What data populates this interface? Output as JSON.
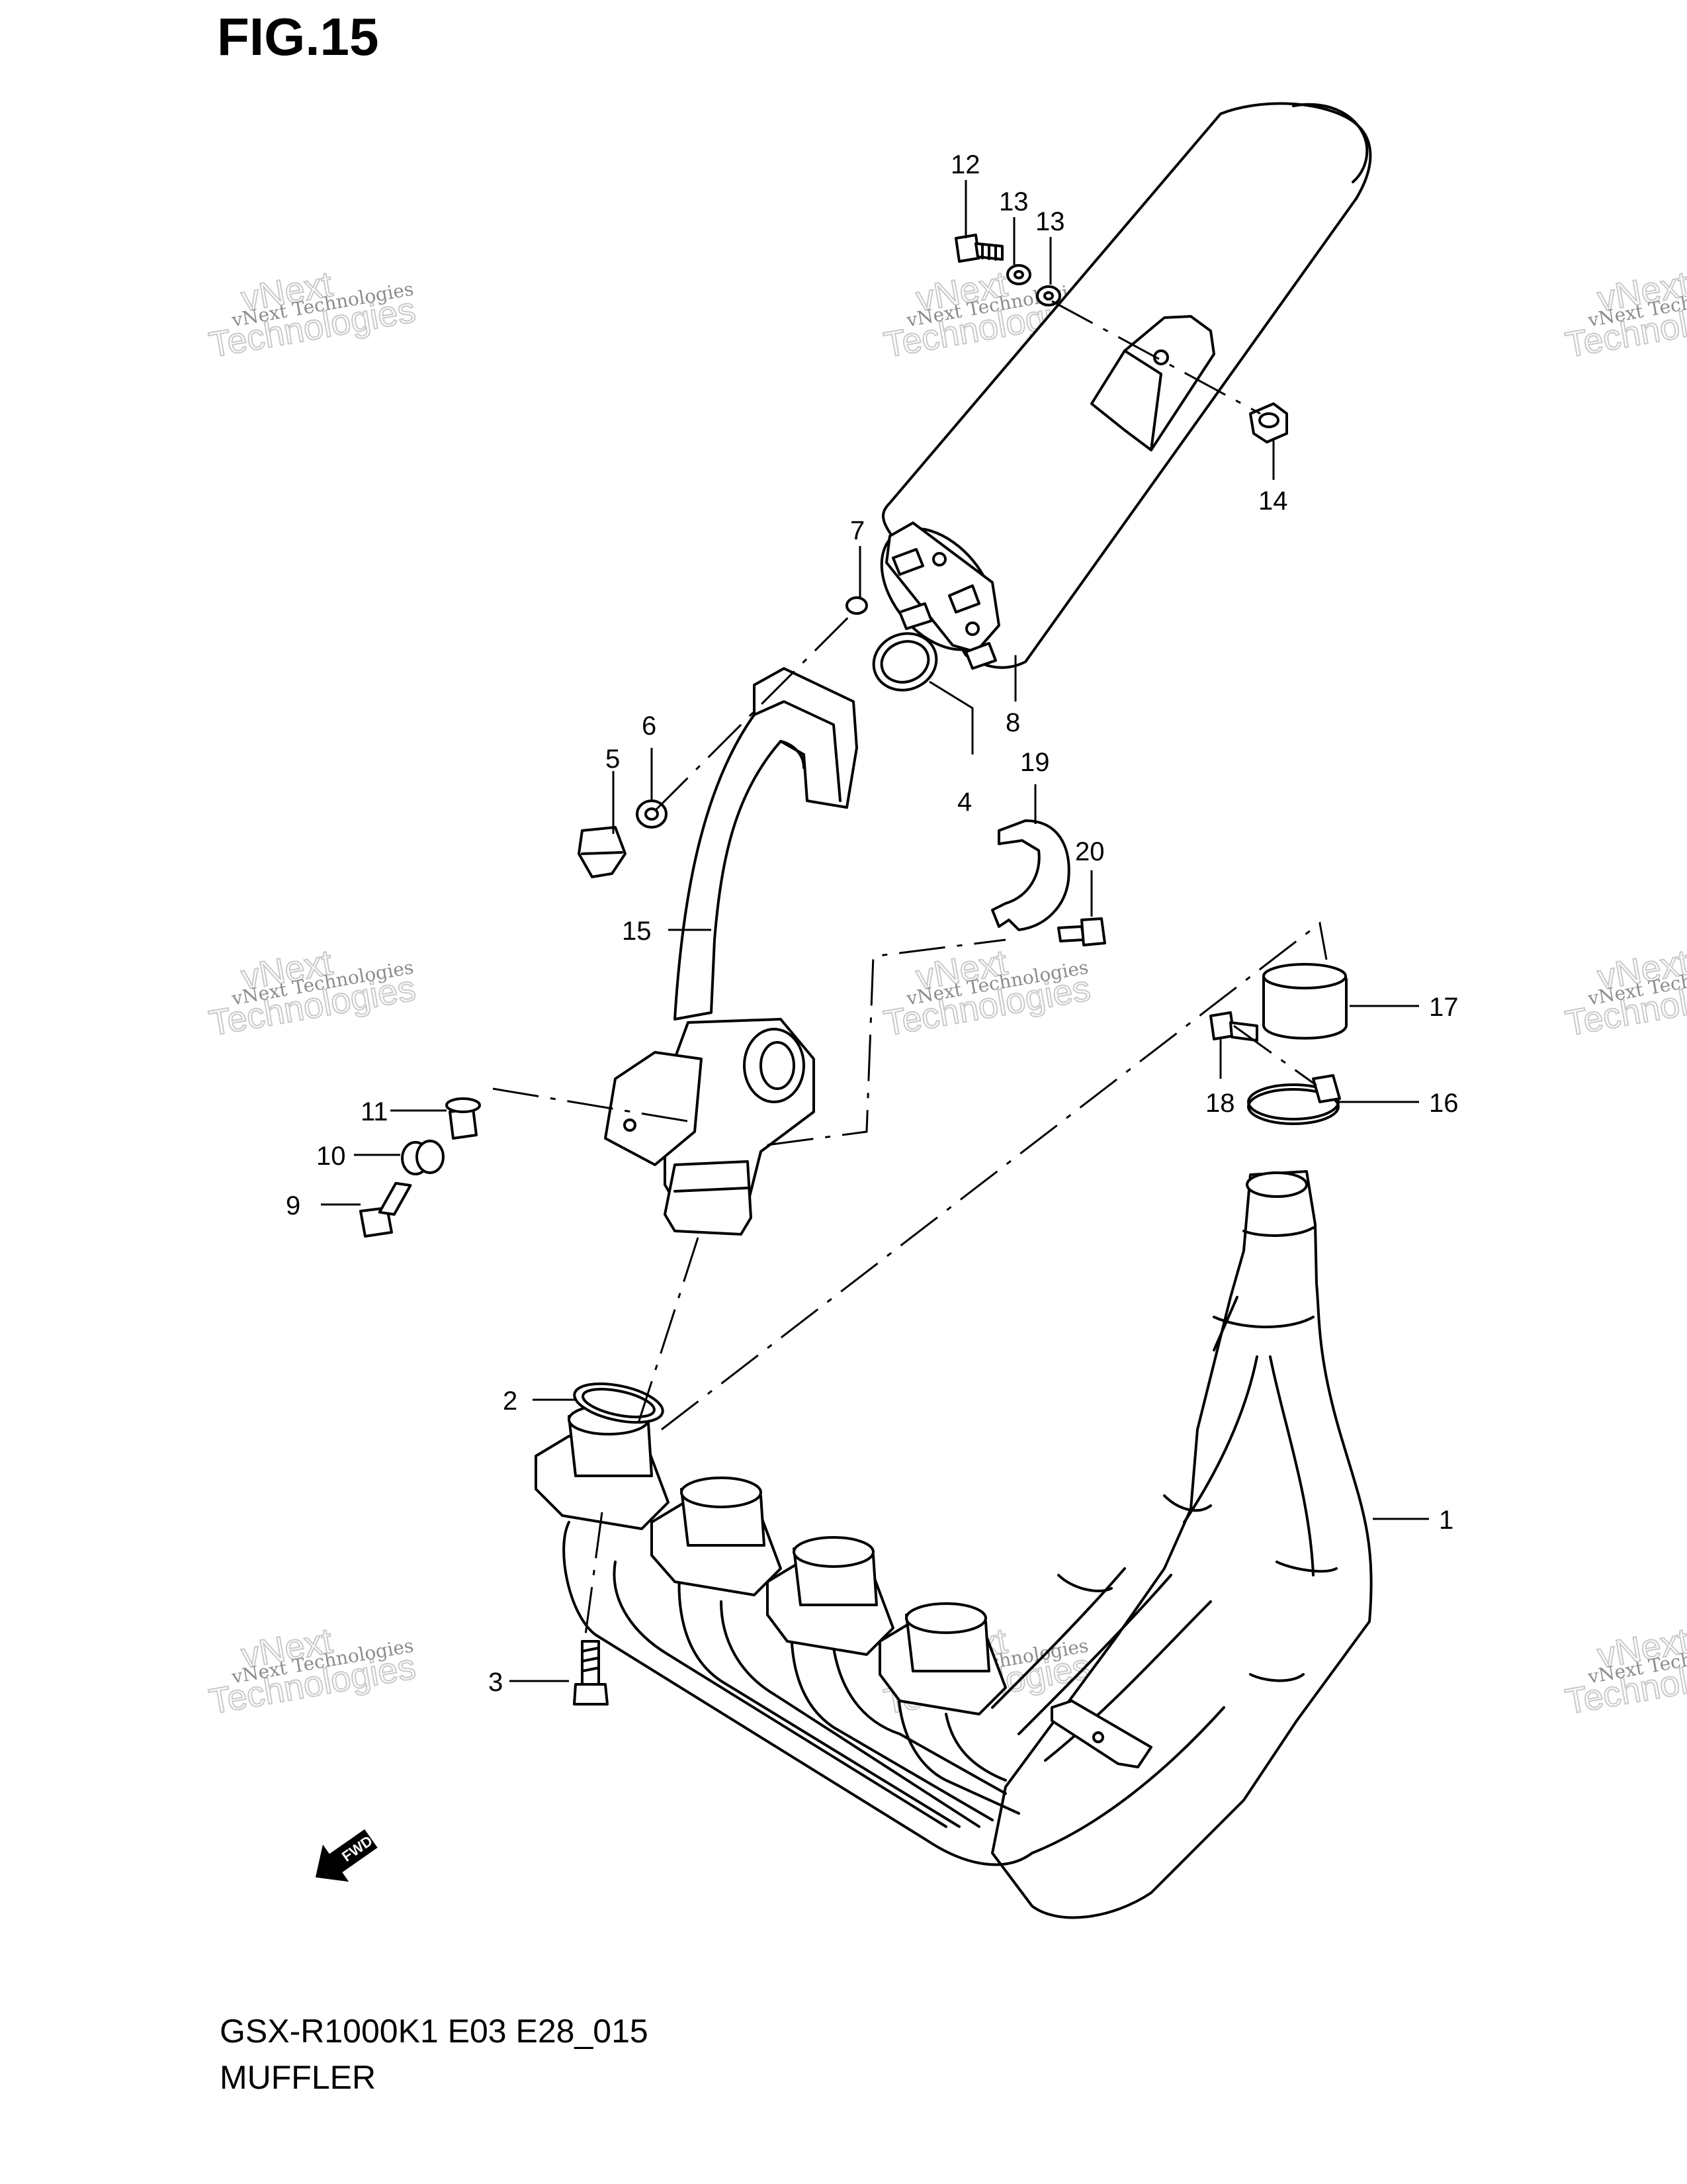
{
  "figure_title": "FIG.15",
  "model_code": "GSX-R1000K1 E03 E28_015",
  "section_name": "MUFFLER",
  "watermark": {
    "small_text": "vNext Technologies",
    "big_line1": "vNext",
    "big_line2": "Technologies"
  },
  "forward_arrow_label": "FWD",
  "callouts": {
    "c1": "1",
    "c2": "2",
    "c3": "3",
    "c4": "4",
    "c5": "5",
    "c6": "6",
    "c7": "7",
    "c8": "8",
    "c9": "9",
    "c10": "10",
    "c11": "11",
    "c12": "12",
    "c13a": "13",
    "c13b": "13",
    "c14": "14",
    "c15": "15",
    "c16": "16",
    "c17": "17",
    "c18": "18",
    "c19": "19",
    "c20": "20"
  }
}
